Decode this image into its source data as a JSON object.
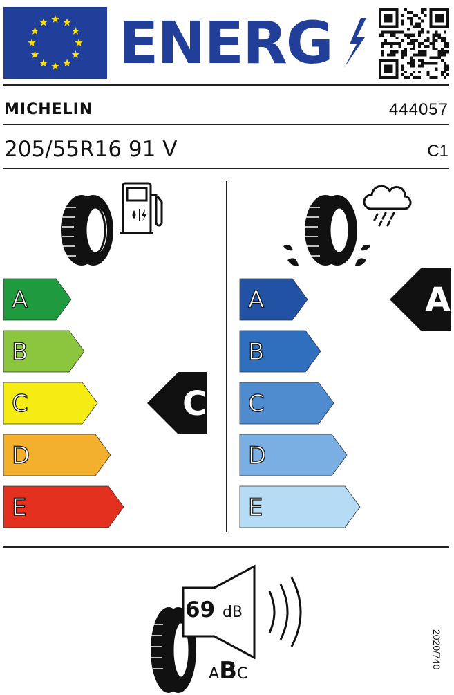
{
  "header": {
    "energy_word": "ENERG",
    "brand": "MICHELIN",
    "product_code": "444057",
    "tyre_size": "205/55R16 91 V",
    "tyre_class": "C1"
  },
  "fuel_efficiency": {
    "grades": [
      "A",
      "B",
      "C",
      "D",
      "E"
    ],
    "colors": [
      "#1f9a3e",
      "#8cc63e",
      "#f5ec13",
      "#f2b02c",
      "#e3301f"
    ],
    "rating": "C",
    "icon": "fuel-pump-icon"
  },
  "wet_grip": {
    "grades": [
      "A",
      "B",
      "C",
      "D",
      "E"
    ],
    "colors": [
      "#2152a4",
      "#2f6fbe",
      "#4f8ccf",
      "#79afe2",
      "#b6dcf5"
    ],
    "rating": "A",
    "icon": "rain-cloud-icon"
  },
  "noise": {
    "value": "69",
    "unit": "dB",
    "class_letters": [
      "A",
      "B",
      "C"
    ],
    "selected_class": "B"
  },
  "regulation": "2020/740"
}
